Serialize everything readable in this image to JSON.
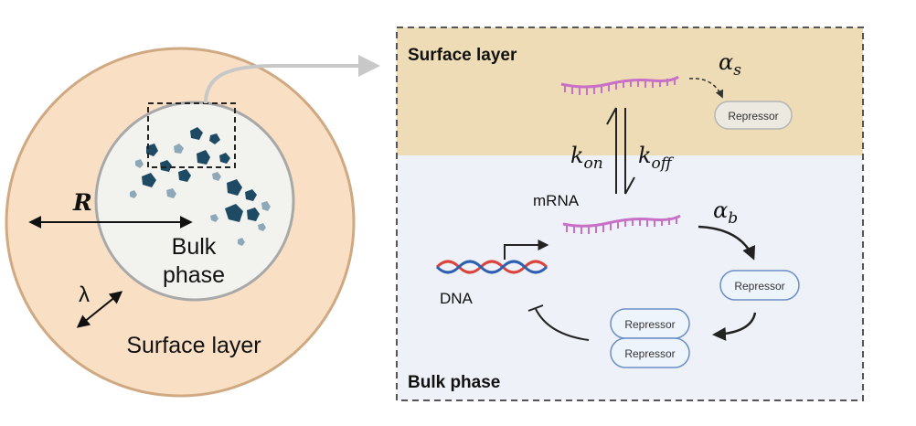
{
  "left_panel": {
    "radius_label": "R",
    "thickness_label": "λ",
    "bulk_label_line1": "Bulk",
    "bulk_label_line2": "phase",
    "surface_label": "Surface layer"
  },
  "right_panel": {
    "surface_title": "Surface layer",
    "bulk_title": "Bulk phase",
    "alpha_s": {
      "base": "α",
      "sub": "s"
    },
    "alpha_b": {
      "base": "α",
      "sub": "b"
    },
    "k_on": {
      "base": "k",
      "sub": "on"
    },
    "k_off": {
      "base": "k",
      "sub": "off"
    },
    "mrna_label": "mRNA",
    "dna_label": "DNA",
    "repressor_surface": "Repressor",
    "repressor_bulk": "Repressor",
    "repressor_dimer_top": "Repressor",
    "repressor_dimer_bottom": "Repressor"
  },
  "colors": {
    "surface_layer_fill": "#f9dfc4",
    "surface_layer_stroke": "#c9a27a",
    "bulk_fill": "#f2f2ee",
    "surface_band": "#eddcb5",
    "bulk_band": "#eef2f8",
    "mrna": "#c86fc8",
    "dna_red": "#d9453c",
    "dna_blue": "#2f5fb0",
    "particle_dark": "#1f4a63",
    "particle_light": "#8fa8b8"
  }
}
